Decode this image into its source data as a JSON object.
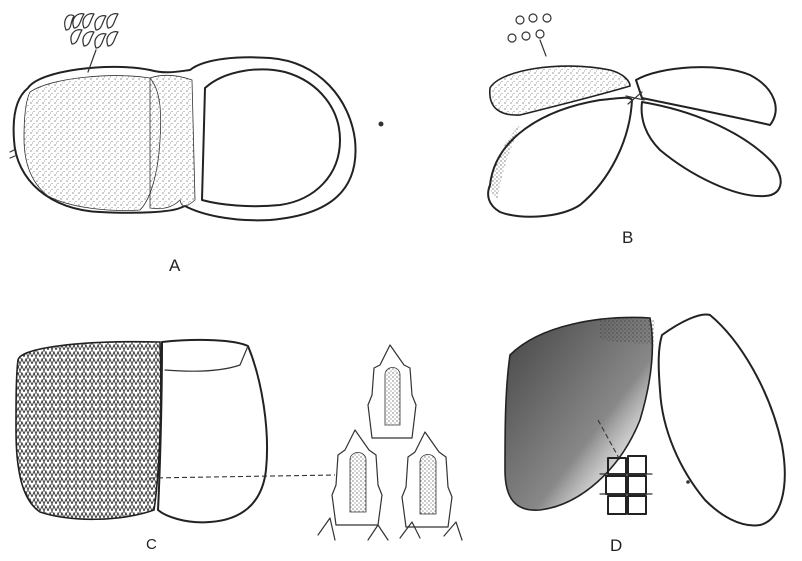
{
  "panels": [
    {
      "id": "A",
      "label": "A"
    },
    {
      "id": "B",
      "label": "B"
    },
    {
      "id": "C",
      "label": "C"
    },
    {
      "id": "D",
      "label": "D"
    }
  ],
  "colors": {
    "ink": "#222222",
    "stipple": "#555555",
    "background": "#ffffff"
  }
}
